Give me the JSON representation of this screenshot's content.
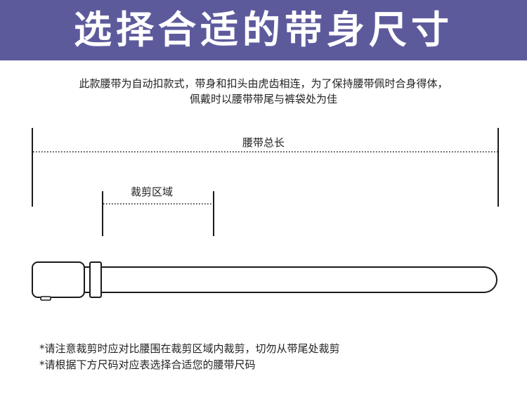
{
  "header": {
    "title": "选择合适的带身尺寸",
    "background_color": "#5d5a9c",
    "text_color": "#ffffff"
  },
  "intro": {
    "line1": "此款腰带为自动扣款式，带身和扣头由虎齿相连，为了保持腰带佩时合身得体，",
    "line2": "佩戴时以腰带带尾与裤袋处为佳"
  },
  "diagram": {
    "total_length_label": "腰带总长",
    "cut_area_label": "裁剪区域",
    "line_color": "#1a1a1a"
  },
  "notes": {
    "note1": "*请注意裁剪时应对比腰围在裁剪区域内裁剪，切勿从带尾处裁剪",
    "note2": "*请根据下方尺码对应表选择合适您的腰带尺码"
  }
}
